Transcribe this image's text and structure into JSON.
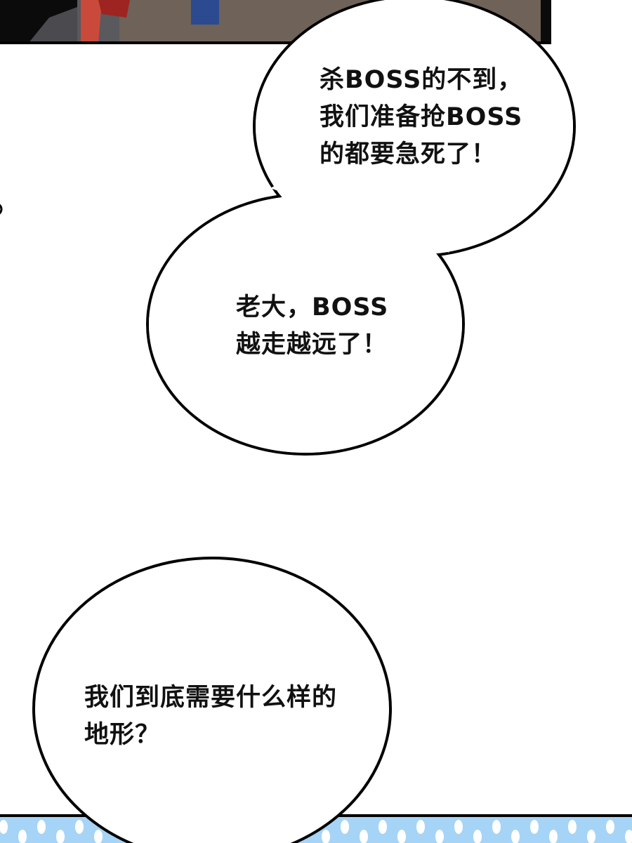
{
  "colors": {
    "pattern_bg": "#a6d4f7",
    "dots": "#ffffff",
    "ink": "#111111"
  },
  "bubbles": [
    {
      "lines": [
        "杀BOSS的不到，",
        "我们准备抢BOSS",
        "的都要急死了！"
      ]
    },
    {
      "lines": [
        "老大，BOSS",
        "越走越远了！"
      ]
    },
    {
      "lines": [
        "我们到底需要什么样的",
        "地形？"
      ]
    }
  ]
}
